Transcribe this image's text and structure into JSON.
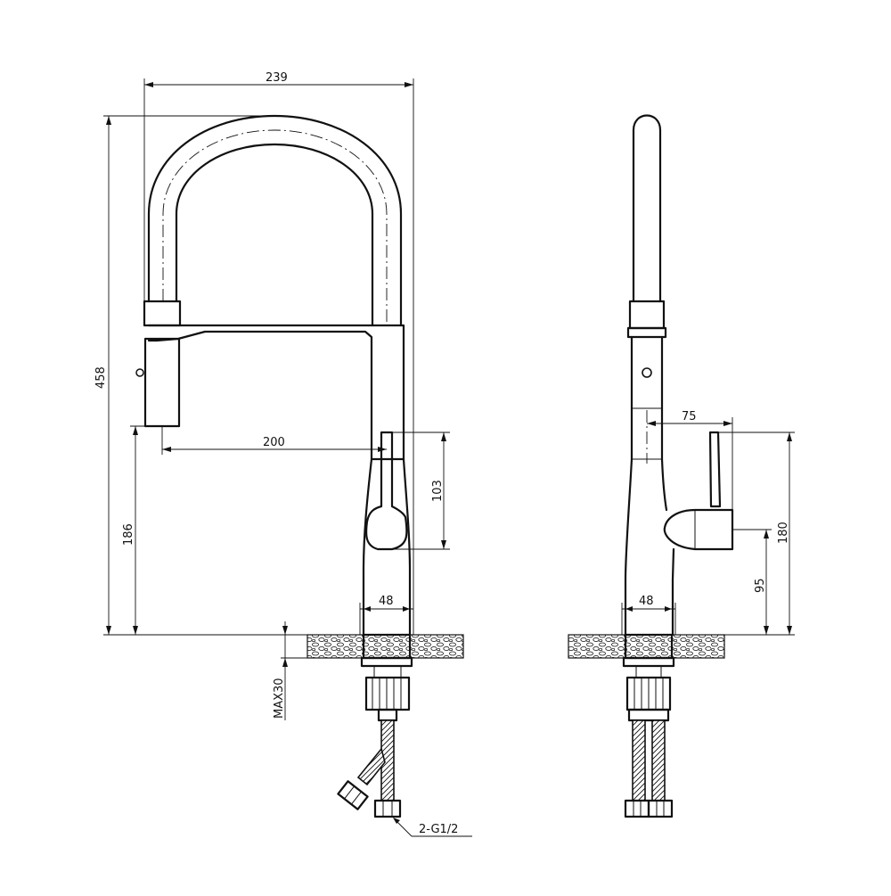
{
  "drawing": {
    "front_view": {
      "dim_width": "239",
      "dim_height": "458",
      "dim_reach": "200",
      "dim_spout_height": "186",
      "dim_lever": "103",
      "dim_base": "48",
      "dim_mount": "MAX30",
      "callout_hoses": "2-G1/2"
    },
    "side_view": {
      "dim_lever_reach": "75",
      "dim_handle_height": "180",
      "dim_body_height": "95",
      "dim_base": "48"
    }
  }
}
